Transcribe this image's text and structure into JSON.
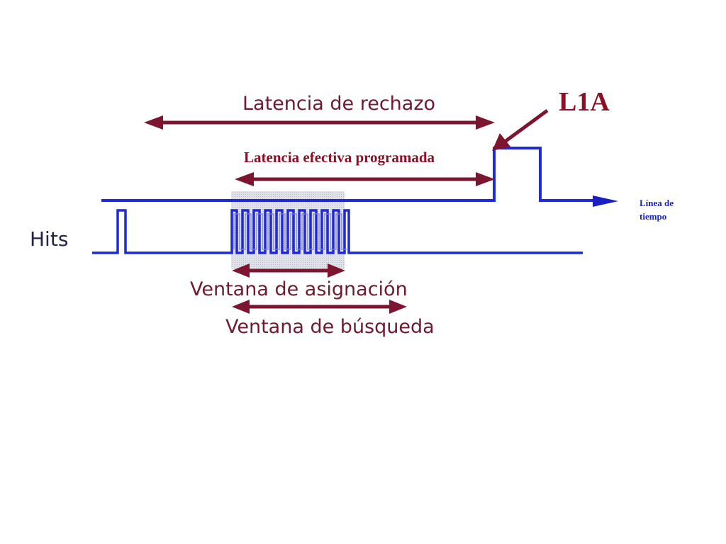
{
  "labels": {
    "latencia_rechazo": "Latencia de rechazo",
    "l1a": "L1A",
    "latencia_efectiva": "Latencia efectiva programada",
    "linea_tiempo_1": "Línea de",
    "linea_tiempo_2": "tiempo",
    "hits": "Hits",
    "ventana_asignacion": "Ventana de asignación",
    "ventana_busqueda": "Ventana de búsqueda"
  },
  "colors": {
    "signal": "#1f2ad6",
    "arrow": "#7d1530",
    "window_fill": "#d9d9e3",
    "timeline_arrow": "#1a1fc4"
  }
}
